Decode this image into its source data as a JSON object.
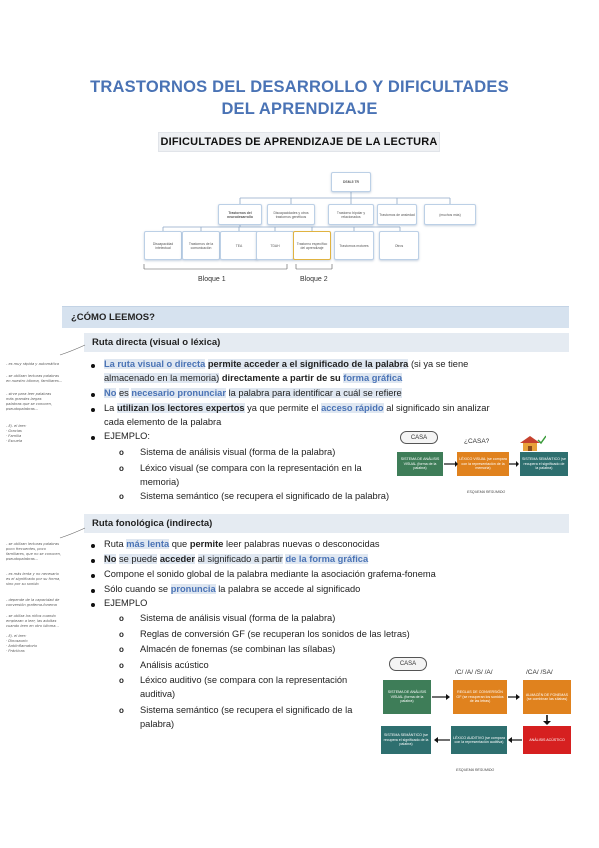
{
  "title": {
    "line1": "TRASTORNOS DEL DESARROLLO Y DIFICULTADES",
    "line2": "DEL APRENDIZAJE"
  },
  "subtitle": "DIFICULTADES DE APRENDIZAJE DE LA LECTURA",
  "diagram": {
    "root": "DSM-5 TR",
    "level1": [
      "Trastornos del neurodesarrollo",
      "Discapacidades y otros trastornos genéticos",
      "Trastorno bipolar y relacionados",
      "Trastornos de ansiedad",
      "(muchos más)"
    ],
    "level2": [
      "Discapacidad intelectual",
      "Trastornos de la comunicación",
      "TEA",
      "TDAH",
      "Trastorno específico del aprendizaje",
      "Trastornos motores",
      "Otros"
    ],
    "bloque1": "Bloque 1",
    "bloque2": "Bloque 2"
  },
  "section_main": "¿CÓMO LEEMOS?",
  "ruta_directa": {
    "header": "Ruta directa (visual o léxica)",
    "b1": {
      "s1": "La ruta visual o directa",
      "s2": "permite acceder a el significado de la palabra",
      "s3": "(si ya se tiene",
      "s4": "almacenado en la memoria)",
      "s5": "directamente a partir de su",
      "s6": "forma gráfica"
    },
    "b2": {
      "s1": "No",
      "s2": "es",
      "s3": "necesario pronunciar",
      "s4": "la palabra para identificar a cuál se refiere"
    },
    "b3": {
      "s1": "La",
      "s2": "utilizan los lectores expertos",
      "s3": "ya que permite el",
      "s4": "acceso rápido",
      "s5": "al significado sin analizar",
      "s6": "cada elemento de la palabra"
    },
    "b4": "EJEMPLO:",
    "sub": [
      "Sistema de análisis visual (forma de la palabra)",
      "Léxico visual (se compara con la representación en la",
      "memoria)",
      "Sistema semántico (se recupera el significado de la palabra)"
    ],
    "example": {
      "casa": "CASA",
      "question": "¿CASA?",
      "box1": "SISTEMA DE ANÁLISIS VISUAL (forma de la palabra)",
      "box2": "LÉXICO VISUAL (se compara con la representación de la memoria)",
      "box3": "SISTEMA SEMÁNTICO (se recupera el significado de la palabra)",
      "caption": "ESQUEMA RESUMIDO"
    }
  },
  "ruta_fonologica": {
    "header": "Ruta fonológica (indirecta)",
    "b1": {
      "s1": "Ruta",
      "s2": "más lenta",
      "s3": "que",
      "s4": "permite",
      "s5": "leer palabras nuevas o desconocidas"
    },
    "b2": {
      "s1": "No",
      "s2": "se puede",
      "s3": "acceder",
      "s4": "al significado a partir",
      "s5": "de la forma gráfica"
    },
    "b3": "Compone el sonido global de la palabra mediante la asociación grafema-fonema",
    "b4": {
      "s1": "Sólo cuando se",
      "s2": "pronuncia",
      "s3": "la palabra se accede al significado"
    },
    "b5": "EJEMPLO",
    "sub": [
      "Sistema de análisis visual (forma de la palabra)",
      "Reglas de conversión GF (se recuperan los sonidos de las letras)",
      "Almacén de fonemas (se combinan las sílabas)",
      "Análisis acústico",
      "Léxico auditivo (se compara con la representación",
      "auditiva)",
      "Sistema semántico (se recupera el significado de la",
      "palabra)"
    ],
    "example": {
      "casa": "CASA",
      "phon1": "/C/ /A/ /S/ /A/",
      "phon2": "/CA/ /SA/",
      "box1": "SISTEMA DE ANÁLISIS VISUAL (forma de la palabra)",
      "box2": "REGLAS DE CONVERSIÓN GF (se recuperan los sonidos de las letras)",
      "box3": "ALMACÉN DE FONEMAS (se combinan las sílabas)",
      "box4": "SISTEMA SEMÁNTICO (se recupera el significado de la palabra)",
      "box5": "LÉXICO AUDITIVO (se compara con la representación auditiva)",
      "box6": "ANÁLISIS ACÚSTICO",
      "caption": "ESQUEMA RESUMIDO"
    }
  },
  "notes": {
    "n1": [
      "- es muy rápida y automática"
    ],
    "n2": [
      "- se utilizan lecturas palabras",
      "  en nuestro idioma, familiares..."
    ],
    "n3": [
      "- sirve para leer palabras",
      "  más grandes largas",
      "  palabras que se conocen,",
      "  pseudopalabras..."
    ],
    "n4": [
      "- Ej. el leer:",
      "  · Gracias",
      "  · Familia",
      "  · Escuela"
    ],
    "n5": [
      "- se utilizan lecturas palabras",
      "  poco frecuentes, poco",
      "  familiares, que no se conocen,",
      "  pseudopalabras..."
    ],
    "n6": [
      "- es más lenta y no necesario",
      "  es el significado por su forma,",
      "  sino por su sonido"
    ],
    "n7": [
      "- depende de la capacidad de",
      "  conversión grafema-fonema"
    ],
    "n8": [
      "- se utiliza los niños cuando",
      "  empiezan a leer, las adultas",
      "  cuando leen en otro idioma..."
    ],
    "n9": [
      "- Ej. el leer:",
      "  · Dinosaurio",
      "  · Antiinflamatorio",
      "  · Prácticas"
    ]
  }
}
